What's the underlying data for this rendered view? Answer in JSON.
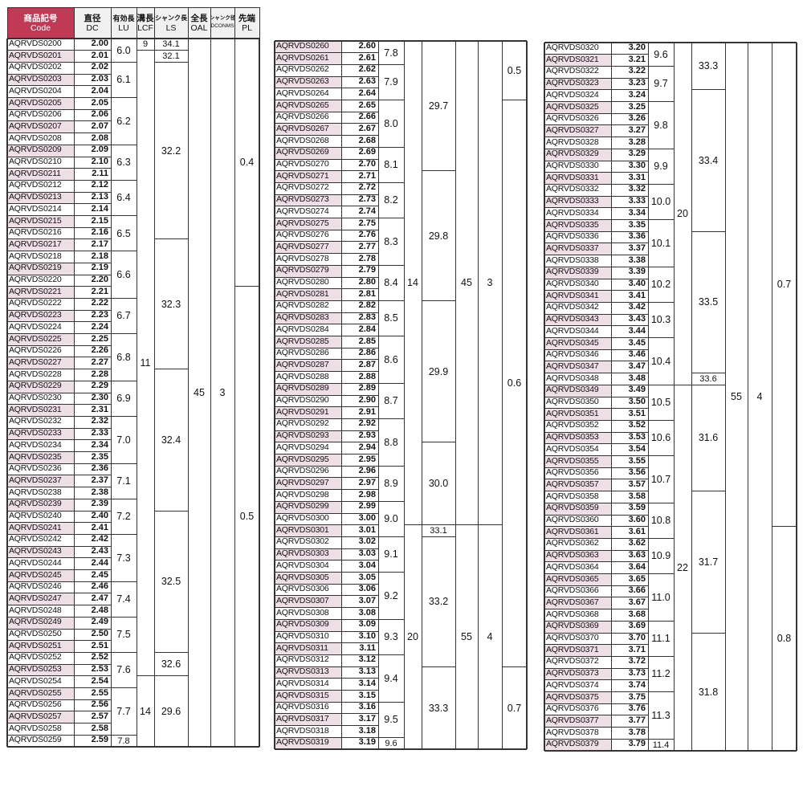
{
  "header": {
    "code": {
      "jp": "商品記号",
      "en": "Code"
    },
    "dc": {
      "jp": "直径",
      "en": "DC"
    },
    "lu": {
      "jp": "有効長",
      "en": "LU"
    },
    "lcf": {
      "jp": "溝長",
      "en": "LCF"
    },
    "ls": {
      "jp": "シャンク長",
      "en": "LS"
    },
    "oal": {
      "jp": "全長",
      "en": "OAL"
    },
    "dcon": {
      "jp": "シャンク径",
      "en": "DCONMS"
    },
    "pl": {
      "jp": "先端",
      "en": "PL"
    }
  },
  "table1": {
    "rows": [
      [
        "AQRVDS0200",
        "2.00"
      ],
      [
        "AQRVDS0201",
        "2.01"
      ],
      [
        "AQRVDS0202",
        "2.02"
      ],
      [
        "AQRVDS0203",
        "2.03"
      ],
      [
        "AQRVDS0204",
        "2.04"
      ],
      [
        "AQRVDS0205",
        "2.05"
      ],
      [
        "AQRVDS0206",
        "2.06"
      ],
      [
        "AQRVDS0207",
        "2.07"
      ],
      [
        "AQRVDS0208",
        "2.08"
      ],
      [
        "AQRVDS0209",
        "2.09"
      ],
      [
        "AQRVDS0210",
        "2.10"
      ],
      [
        "AQRVDS0211",
        "2.11"
      ],
      [
        "AQRVDS0212",
        "2.12"
      ],
      [
        "AQRVDS0213",
        "2.13"
      ],
      [
        "AQRVDS0214",
        "2.14"
      ],
      [
        "AQRVDS0215",
        "2.15"
      ],
      [
        "AQRVDS0216",
        "2.16"
      ],
      [
        "AQRVDS0217",
        "2.17"
      ],
      [
        "AQRVDS0218",
        "2.18"
      ],
      [
        "AQRVDS0219",
        "2.19"
      ],
      [
        "AQRVDS0220",
        "2.20"
      ],
      [
        "AQRVDS0221",
        "2.21"
      ],
      [
        "AQRVDS0222",
        "2.22"
      ],
      [
        "AQRVDS0223",
        "2.23"
      ],
      [
        "AQRVDS0224",
        "2.24"
      ],
      [
        "AQRVDS0225",
        "2.25"
      ],
      [
        "AQRVDS0226",
        "2.26"
      ],
      [
        "AQRVDS0227",
        "2.27"
      ],
      [
        "AQRVDS0228",
        "2.28"
      ],
      [
        "AQRVDS0229",
        "2.29"
      ],
      [
        "AQRVDS0230",
        "2.30"
      ],
      [
        "AQRVDS0231",
        "2.31"
      ],
      [
        "AQRVDS0232",
        "2.32"
      ],
      [
        "AQRVDS0233",
        "2.33"
      ],
      [
        "AQRVDS0234",
        "2.34"
      ],
      [
        "AQRVDS0235",
        "2.35"
      ],
      [
        "AQRVDS0236",
        "2.36"
      ],
      [
        "AQRVDS0237",
        "2.37"
      ],
      [
        "AQRVDS0238",
        "2.38"
      ],
      [
        "AQRVDS0239",
        "2.39"
      ],
      [
        "AQRVDS0240",
        "2.40"
      ],
      [
        "AQRVDS0241",
        "2.41"
      ],
      [
        "AQRVDS0242",
        "2.42"
      ],
      [
        "AQRVDS0243",
        "2.43"
      ],
      [
        "AQRVDS0244",
        "2.44"
      ],
      [
        "AQRVDS0245",
        "2.45"
      ],
      [
        "AQRVDS0246",
        "2.46"
      ],
      [
        "AQRVDS0247",
        "2.47"
      ],
      [
        "AQRVDS0248",
        "2.48"
      ],
      [
        "AQRVDS0249",
        "2.49"
      ],
      [
        "AQRVDS0250",
        "2.50"
      ],
      [
        "AQRVDS0251",
        "2.51"
      ],
      [
        "AQRVDS0252",
        "2.52"
      ],
      [
        "AQRVDS0253",
        "2.53"
      ],
      [
        "AQRVDS0254",
        "2.54"
      ],
      [
        "AQRVDS0255",
        "2.55"
      ],
      [
        "AQRVDS0256",
        "2.56"
      ],
      [
        "AQRVDS0257",
        "2.57"
      ],
      [
        "AQRVDS0258",
        "2.58"
      ],
      [
        "AQRVDS0259",
        "2.59"
      ]
    ],
    "shaded": [
      1,
      3,
      5,
      7,
      9,
      11,
      13,
      15,
      17,
      19,
      21,
      23,
      25,
      27,
      29,
      31,
      33,
      35,
      37,
      39,
      41,
      43,
      45,
      47,
      49,
      51,
      53,
      55,
      57
    ],
    "lu": [
      [
        "6.0",
        0,
        2
      ],
      [
        "6.1",
        2,
        5
      ],
      [
        "6.2",
        5,
        9
      ],
      [
        "6.3",
        9,
        12
      ],
      [
        "6.4",
        12,
        15
      ],
      [
        "6.5",
        15,
        18
      ],
      [
        "6.6",
        18,
        22
      ],
      [
        "6.7",
        22,
        25
      ],
      [
        "6.8",
        25,
        29
      ],
      [
        "6.9",
        29,
        32
      ],
      [
        "7.0",
        32,
        36
      ],
      [
        "7.1",
        36,
        39
      ],
      [
        "7.2",
        39,
        42
      ],
      [
        "7.3",
        42,
        46
      ],
      [
        "7.4",
        46,
        49
      ],
      [
        "7.5",
        49,
        52
      ],
      [
        "7.6",
        52,
        55
      ],
      [
        "7.7",
        55,
        59
      ],
      [
        "7.8",
        59,
        60
      ]
    ],
    "lcf": [
      [
        "9",
        0,
        1
      ],
      [
        "11",
        1,
        54
      ],
      [
        "14",
        54,
        60
      ]
    ],
    "ls": [
      [
        "34.1",
        0,
        1
      ],
      [
        "32.1",
        1,
        2
      ],
      [
        "32.2",
        2,
        17
      ],
      [
        "32.3",
        17,
        28
      ],
      [
        "32.4",
        28,
        40
      ],
      [
        "32.5",
        40,
        52
      ],
      [
        "32.6",
        52,
        54
      ],
      [
        "29.6",
        54,
        60
      ]
    ],
    "oal": [
      [
        "45",
        0,
        60
      ]
    ],
    "dcon": [
      [
        "3",
        0,
        60
      ]
    ],
    "pl": [
      [
        "0.4",
        0,
        21
      ],
      [
        "0.5",
        21,
        60
      ]
    ]
  },
  "table2": {
    "rows": [
      [
        "AQRVDS0260",
        "2.60"
      ],
      [
        "AQRVDS0261",
        "2.61"
      ],
      [
        "AQRVDS0262",
        "2.62"
      ],
      [
        "AQRVDS0263",
        "2.63"
      ],
      [
        "AQRVDS0264",
        "2.64"
      ],
      [
        "AQRVDS0265",
        "2.65"
      ],
      [
        "AQRVDS0266",
        "2.66"
      ],
      [
        "AQRVDS0267",
        "2.67"
      ],
      [
        "AQRVDS0268",
        "2.68"
      ],
      [
        "AQRVDS0269",
        "2.69"
      ],
      [
        "AQRVDS0270",
        "2.70"
      ],
      [
        "AQRVDS0271",
        "2.71"
      ],
      [
        "AQRVDS0272",
        "2.72"
      ],
      [
        "AQRVDS0273",
        "2.73"
      ],
      [
        "AQRVDS0274",
        "2.74"
      ],
      [
        "AQRVDS0275",
        "2.75"
      ],
      [
        "AQRVDS0276",
        "2.76"
      ],
      [
        "AQRVDS0277",
        "2.77"
      ],
      [
        "AQRVDS0278",
        "2.78"
      ],
      [
        "AQRVDS0279",
        "2.79"
      ],
      [
        "AQRVDS0280",
        "2.80"
      ],
      [
        "AQRVDS0281",
        "2.81"
      ],
      [
        "AQRVDS0282",
        "2.82"
      ],
      [
        "AQRVDS0283",
        "2.83"
      ],
      [
        "AQRVDS0284",
        "2.84"
      ],
      [
        "AQRVDS0285",
        "2.85"
      ],
      [
        "AQRVDS0286",
        "2.86"
      ],
      [
        "AQRVDS0287",
        "2.87"
      ],
      [
        "AQRVDS0288",
        "2.88"
      ],
      [
        "AQRVDS0289",
        "2.89"
      ],
      [
        "AQRVDS0290",
        "2.90"
      ],
      [
        "AQRVDS0291",
        "2.91"
      ],
      [
        "AQRVDS0292",
        "2.92"
      ],
      [
        "AQRVDS0293",
        "2.93"
      ],
      [
        "AQRVDS0294",
        "2.94"
      ],
      [
        "AQRVDS0295",
        "2.95"
      ],
      [
        "AQRVDS0296",
        "2.96"
      ],
      [
        "AQRVDS0297",
        "2.97"
      ],
      [
        "AQRVDS0298",
        "2.98"
      ],
      [
        "AQRVDS0299",
        "2.99"
      ],
      [
        "AQRVDS0300",
        "3.00"
      ],
      [
        "AQRVDS0301",
        "3.01"
      ],
      [
        "AQRVDS0302",
        "3.02"
      ],
      [
        "AQRVDS0303",
        "3.03"
      ],
      [
        "AQRVDS0304",
        "3.04"
      ],
      [
        "AQRVDS0305",
        "3.05"
      ],
      [
        "AQRVDS0306",
        "3.06"
      ],
      [
        "AQRVDS0307",
        "3.07"
      ],
      [
        "AQRVDS0308",
        "3.08"
      ],
      [
        "AQRVDS0309",
        "3.09"
      ],
      [
        "AQRVDS0310",
        "3.10"
      ],
      [
        "AQRVDS0311",
        "3.11"
      ],
      [
        "AQRVDS0312",
        "3.12"
      ],
      [
        "AQRVDS0313",
        "3.13"
      ],
      [
        "AQRVDS0314",
        "3.14"
      ],
      [
        "AQRVDS0315",
        "3.15"
      ],
      [
        "AQRVDS0316",
        "3.16"
      ],
      [
        "AQRVDS0317",
        "3.17"
      ],
      [
        "AQRVDS0318",
        "3.18"
      ],
      [
        "AQRVDS0319",
        "3.19"
      ]
    ],
    "shaded": [
      0,
      1,
      3,
      5,
      7,
      9,
      11,
      13,
      15,
      17,
      19,
      21,
      23,
      25,
      27,
      29,
      31,
      33,
      35,
      37,
      39,
      41,
      43,
      45,
      47,
      49,
      51,
      53,
      55,
      57,
      59
    ],
    "lu": [
      [
        "7.8",
        0,
        2
      ],
      [
        "7.9",
        2,
        5
      ],
      [
        "8.0",
        5,
        9
      ],
      [
        "8.1",
        9,
        12
      ],
      [
        "8.2",
        12,
        15
      ],
      [
        "8.3",
        15,
        19
      ],
      [
        "8.4",
        19,
        22
      ],
      [
        "8.5",
        22,
        25
      ],
      [
        "8.6",
        25,
        29
      ],
      [
        "8.7",
        29,
        32
      ],
      [
        "8.8",
        32,
        36
      ],
      [
        "8.9",
        36,
        39
      ],
      [
        "9.0",
        39,
        42
      ],
      [
        "9.1",
        42,
        45
      ],
      [
        "9.2",
        45,
        49
      ],
      [
        "9.3",
        49,
        52
      ],
      [
        "9.4",
        52,
        56
      ],
      [
        "9.5",
        56,
        59
      ],
      [
        "9.6",
        59,
        60
      ]
    ],
    "lcf": [
      [
        "14",
        0,
        41
      ],
      [
        "20",
        41,
        60
      ]
    ],
    "ls": [
      [
        "29.7",
        0,
        11
      ],
      [
        "29.8",
        11,
        22
      ],
      [
        "29.9",
        22,
        34
      ],
      [
        "30.0",
        34,
        41
      ],
      [
        "33.1",
        41,
        42
      ],
      [
        "33.2",
        42,
        53
      ],
      [
        "33.3",
        53,
        60
      ]
    ],
    "oal": [
      [
        "45",
        0,
        41
      ],
      [
        "55",
        41,
        60
      ]
    ],
    "dcon": [
      [
        "3",
        0,
        41
      ],
      [
        "4",
        41,
        60
      ]
    ],
    "pl": [
      [
        "0.5",
        0,
        5
      ],
      [
        "0.6",
        5,
        53
      ],
      [
        "0.7",
        53,
        60
      ]
    ]
  },
  "table3": {
    "rows": [
      [
        "AQRVDS0320",
        "3.20"
      ],
      [
        "AQRVDS0321",
        "3.21"
      ],
      [
        "AQRVDS0322",
        "3.22"
      ],
      [
        "AQRVDS0323",
        "3.23"
      ],
      [
        "AQRVDS0324",
        "3.24"
      ],
      [
        "AQRVDS0325",
        "3.25"
      ],
      [
        "AQRVDS0326",
        "3.26"
      ],
      [
        "AQRVDS0327",
        "3.27"
      ],
      [
        "AQRVDS0328",
        "3.28"
      ],
      [
        "AQRVDS0329",
        "3.29"
      ],
      [
        "AQRVDS0330",
        "3.30"
      ],
      [
        "AQRVDS0331",
        "3.31"
      ],
      [
        "AQRVDS0332",
        "3.32"
      ],
      [
        "AQRVDS0333",
        "3.33"
      ],
      [
        "AQRVDS0334",
        "3.34"
      ],
      [
        "AQRVDS0335",
        "3.35"
      ],
      [
        "AQRVDS0336",
        "3.36"
      ],
      [
        "AQRVDS0337",
        "3.37"
      ],
      [
        "AQRVDS0338",
        "3.38"
      ],
      [
        "AQRVDS0339",
        "3.39"
      ],
      [
        "AQRVDS0340",
        "3.40"
      ],
      [
        "AQRVDS0341",
        "3.41"
      ],
      [
        "AQRVDS0342",
        "3.42"
      ],
      [
        "AQRVDS0343",
        "3.43"
      ],
      [
        "AQRVDS0344",
        "3.44"
      ],
      [
        "AQRVDS0345",
        "3.45"
      ],
      [
        "AQRVDS0346",
        "3.46"
      ],
      [
        "AQRVDS0347",
        "3.47"
      ],
      [
        "AQRVDS0348",
        "3.48"
      ],
      [
        "AQRVDS0349",
        "3.49"
      ],
      [
        "AQRVDS0350",
        "3.50"
      ],
      [
        "AQRVDS0351",
        "3.51"
      ],
      [
        "AQRVDS0352",
        "3.52"
      ],
      [
        "AQRVDS0353",
        "3.53"
      ],
      [
        "AQRVDS0354",
        "3.54"
      ],
      [
        "AQRVDS0355",
        "3.55"
      ],
      [
        "AQRVDS0356",
        "3.56"
      ],
      [
        "AQRVDS0357",
        "3.57"
      ],
      [
        "AQRVDS0358",
        "3.58"
      ],
      [
        "AQRVDS0359",
        "3.59"
      ],
      [
        "AQRVDS0360",
        "3.60"
      ],
      [
        "AQRVDS0361",
        "3.61"
      ],
      [
        "AQRVDS0362",
        "3.62"
      ],
      [
        "AQRVDS0363",
        "3.63"
      ],
      [
        "AQRVDS0364",
        "3.64"
      ],
      [
        "AQRVDS0365",
        "3.65"
      ],
      [
        "AQRVDS0366",
        "3.66"
      ],
      [
        "AQRVDS0367",
        "3.67"
      ],
      [
        "AQRVDS0368",
        "3.68"
      ],
      [
        "AQRVDS0369",
        "3.69"
      ],
      [
        "AQRVDS0370",
        "3.70"
      ],
      [
        "AQRVDS0371",
        "3.71"
      ],
      [
        "AQRVDS0372",
        "3.72"
      ],
      [
        "AQRVDS0373",
        "3.73"
      ],
      [
        "AQRVDS0374",
        "3.74"
      ],
      [
        "AQRVDS0375",
        "3.75"
      ],
      [
        "AQRVDS0376",
        "3.76"
      ],
      [
        "AQRVDS0377",
        "3.77"
      ],
      [
        "AQRVDS0378",
        "3.78"
      ],
      [
        "AQRVDS0379",
        "3.79"
      ]
    ],
    "shaded": [
      1,
      3,
      5,
      7,
      9,
      11,
      13,
      15,
      17,
      19,
      21,
      23,
      25,
      27,
      29,
      31,
      33,
      35,
      37,
      39,
      41,
      43,
      45,
      47,
      49,
      51,
      53,
      55,
      57,
      59
    ],
    "lu": [
      [
        "9.6",
        0,
        2
      ],
      [
        "9.7",
        2,
        5
      ],
      [
        "9.8",
        5,
        9
      ],
      [
        "9.9",
        9,
        12
      ],
      [
        "10.0",
        12,
        15
      ],
      [
        "10.1",
        15,
        19
      ],
      [
        "10.2",
        19,
        22
      ],
      [
        "10.3",
        22,
        25
      ],
      [
        "10.4",
        25,
        29
      ],
      [
        "10.5",
        29,
        32
      ],
      [
        "10.6",
        32,
        35
      ],
      [
        "10.7",
        35,
        39
      ],
      [
        "10.8",
        39,
        42
      ],
      [
        "10.9",
        42,
        45
      ],
      [
        "11.0",
        45,
        49
      ],
      [
        "11.1",
        49,
        52
      ],
      [
        "11.2",
        52,
        55
      ],
      [
        "11.3",
        55,
        59
      ],
      [
        "11.4",
        59,
        60
      ]
    ],
    "lcf": [
      [
        "20",
        0,
        29
      ],
      [
        "22",
        29,
        60
      ]
    ],
    "ls": [
      [
        "33.3",
        0,
        4
      ],
      [
        "33.4",
        4,
        16
      ],
      [
        "33.5",
        16,
        28
      ],
      [
        "33.6",
        28,
        29
      ],
      [
        "31.6",
        29,
        38
      ],
      [
        "31.7",
        38,
        50
      ],
      [
        "31.8",
        50,
        60
      ]
    ],
    "oal": [
      [
        "55",
        0,
        60
      ]
    ],
    "dcon": [
      [
        "4",
        0,
        60
      ]
    ],
    "pl": [
      [
        "0.7",
        0,
        41
      ],
      [
        "0.8",
        41,
        60
      ]
    ]
  },
  "colors": {
    "header_accent": "#c03a55",
    "row_shade": "#eedee6",
    "header_bg": "#f1f1f1",
    "line": "#333333"
  }
}
